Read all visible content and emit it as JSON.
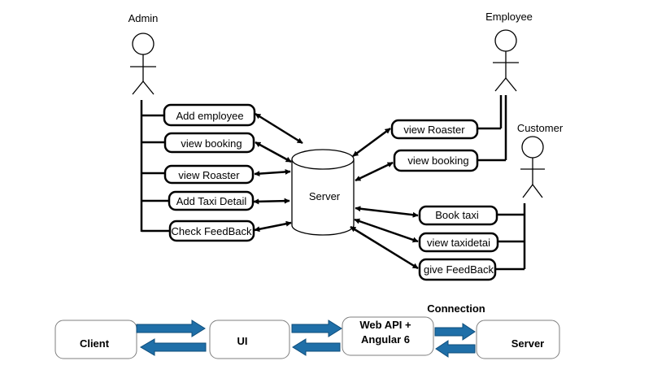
{
  "actors": {
    "admin": "Admin",
    "employee": "Employee",
    "customer": "Customer"
  },
  "server": "Server",
  "admin_cases": [
    "Add employee",
    "view booking",
    "view Roaster",
    "Add Taxi Detail",
    "Check FeedBack"
  ],
  "employee_cases": [
    "view Roaster",
    "view booking"
  ],
  "customer_cases": [
    "Book taxi",
    "view taxidetai",
    "give FeedBack"
  ],
  "flow": {
    "title": "Connection",
    "client": "Client",
    "ui": "UI",
    "webapi_line1": "Web API +",
    "webapi_line2": "Angular 6",
    "server": "Server"
  },
  "colors": {
    "line": "#000000",
    "flow_arrow": "#1f6fa8",
    "flow_arrow_edge": "#0d4c7a",
    "flow_box_border": "#7f7f7f"
  }
}
